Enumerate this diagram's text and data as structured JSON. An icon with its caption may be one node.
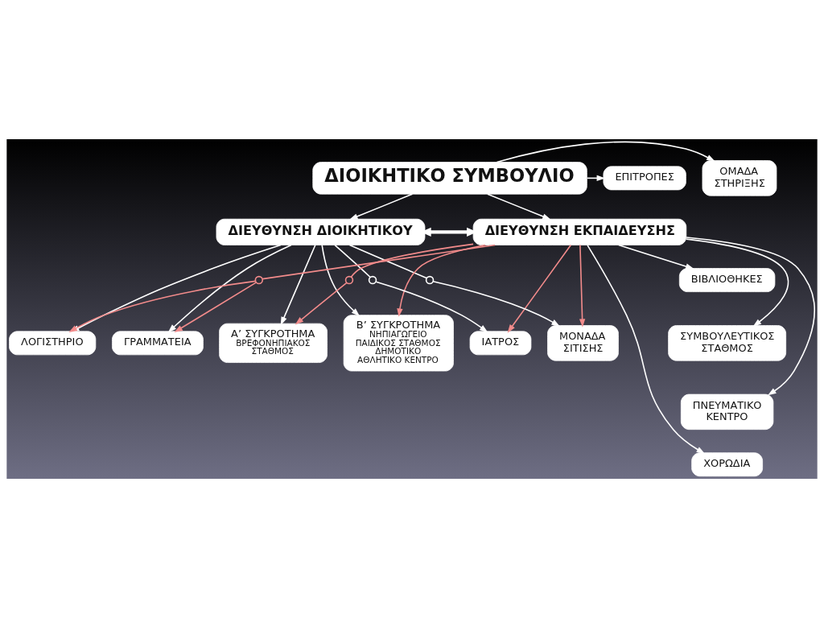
{
  "diagram": {
    "nodes": [
      {
        "text": [
          "ΔΙΟΙΚΗΤΙΚΟ ΣΥΜΒΟΥΛΙΟ"
        ]
      },
      {
        "text": [
          "ΕΠΙΤΡΟΠΕΣ"
        ]
      },
      {
        "text": [
          "ΟΜΑΔΑ ΣΤΗΡΙΞΗΣ"
        ]
      },
      {
        "text": [
          "ΔΙΕΥΘΥΝΣΗ ΔΙΟΙΚΗΤΙΚΟΥ"
        ]
      },
      {
        "text": [
          "ΔΙΕΥΘΥΝΣΗ ΕΚΠΑΙΔΕΥΣΗΣ"
        ]
      },
      {
        "text": [],
        "shape": "circle"
      },
      {
        "text": [],
        "shape": "circle"
      },
      {
        "text": [],
        "shape": "circle"
      },
      {
        "text": [],
        "shape": "circle"
      },
      {
        "text": [
          "Β’ ΣΥΓΚΡΟΤΗΜΑ",
          "ΝΗΠΙΑΓΩΓΕΙΟ",
          "ΠΑΙΔΙΚΟΣ ΣΤΑΘΜΟΣ",
          "ΔΗΜΟΤΙΚΟ",
          "ΑΘΛΗΤΙΚΟ ΚΕΝΤΡΟ"
        ]
      },
      {
        "text": [
          "ΒΙΒΛΙΟΘΗΚΕΣ"
        ]
      },
      {
        "text": [
          "ΛΟΓΙΣΤΗΡΙΟ"
        ]
      },
      {
        "text": [
          "ΣΥΜΒΟΥΛΕΥΤΙΚΟΣ ΣΤΑΘΜΟΣ"
        ]
      },
      {
        "text": [
          "ΓΡΑΜΜΑΤΕΙΑ"
        ]
      },
      {
        "text": [
          "ΠΝΕΥΜΑΤΙΚΟ ΚΕΝΤΡΟ"
        ]
      },
      {
        "text": [
          "ΙΑΤΡΟΣ"
        ]
      },
      {
        "text": [
          "Α’ ΣΥΓΚΡΟΤΗΜΑ",
          "ΒΡΕΦΟΝΗΠΙΑΚΟΣ ΣΤΑΘΜΟΣ"
        ]
      },
      {
        "text": [
          "ΜΟΝΑΔΑ ΣΙΤΙΣΗΣ"
        ]
      },
      {
        "text": [
          "ΧΟΡΩΔΙΑ"
        ]
      }
    ],
    "edges": [
      {
        "from": 0,
        "to": 1,
        "arrow": "to"
      },
      {
        "from": 0,
        "to": 2,
        "arrow": "to"
      },
      {
        "from": 0,
        "to": 3,
        "arrow": "to"
      },
      {
        "from": 0,
        "to": 4,
        "arrow": "to"
      },
      {
        "from": 3,
        "to": 4,
        "arrow": "both",
        "style": "thick"
      },
      {
        "from": 3,
        "to": 11,
        "arrow": "to"
      },
      {
        "from": 3,
        "to": 13,
        "arrow": "to"
      },
      {
        "from": 3,
        "to": 16,
        "arrow": "to"
      },
      {
        "from": 3,
        "to": 9,
        "arrow": "to"
      },
      {
        "from": 3,
        "to": 7,
        "arrow": "none"
      },
      {
        "from": 3,
        "to": 8,
        "arrow": "none"
      },
      {
        "from": 7,
        "to": 15,
        "arrow": "to"
      },
      {
        "from": 8,
        "to": 17,
        "arrow": "to"
      },
      {
        "from": 4,
        "to": 5,
        "arrow": "none",
        "color": "#f28b8b"
      },
      {
        "from": 4,
        "to": 6,
        "arrow": "none",
        "color": "#f28b8b"
      },
      {
        "from": 5,
        "to": 11,
        "arrow": "to",
        "color": "#f28b8b"
      },
      {
        "from": 5,
        "to": 13,
        "arrow": "to",
        "color": "#f28b8b"
      },
      {
        "from": 6,
        "to": 16,
        "arrow": "to",
        "color": "#f28b8b"
      },
      {
        "from": 4,
        "to": 9,
        "arrow": "to",
        "color": "#f28b8b"
      },
      {
        "from": 4,
        "to": 15,
        "arrow": "to",
        "color": "#f28b8b"
      },
      {
        "from": 4,
        "to": 17,
        "arrow": "to",
        "color": "#f28b8b"
      },
      {
        "from": 4,
        "to": 10,
        "arrow": "to"
      },
      {
        "from": 4,
        "to": 12,
        "arrow": "to"
      },
      {
        "from": 4,
        "to": 14,
        "arrow": "to"
      },
      {
        "from": 4,
        "to": 18,
        "arrow": "to"
      }
    ]
  }
}
